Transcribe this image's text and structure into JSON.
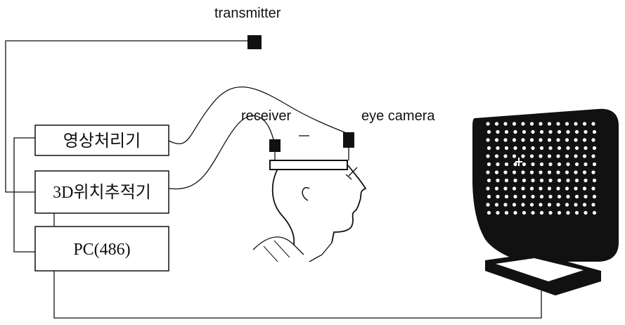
{
  "labels": {
    "transmitter": "transmitter",
    "receiver": "receiver",
    "eye_camera": "eye camera"
  },
  "boxes": {
    "image_processor": "영상처리기",
    "tracker_3d": "3D위치추적기",
    "pc": "PC(486)"
  },
  "colors": {
    "ink": "#111111",
    "background": "#ffffff"
  },
  "icons": {
    "transmitter": "filled-square-icon",
    "receiver": "filled-square-icon",
    "eye_camera": "filled-square-icon",
    "monitor": "crt-monitor-icon",
    "head": "head-profile-icon"
  }
}
